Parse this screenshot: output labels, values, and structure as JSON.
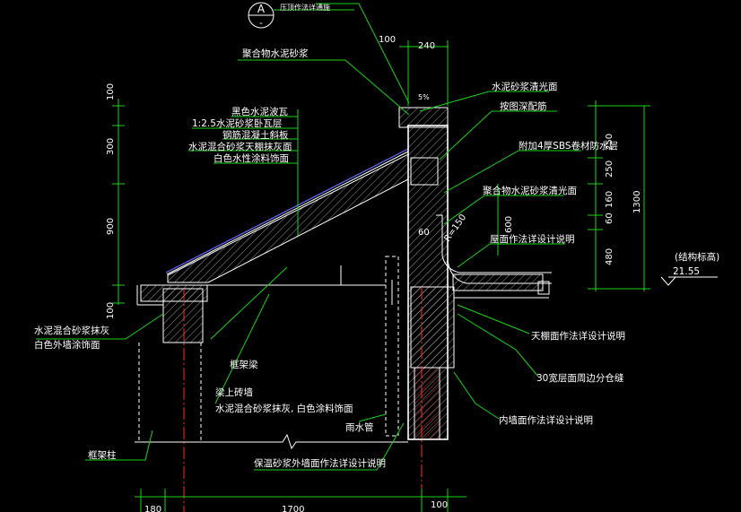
{
  "section_marker": {
    "letter": "A",
    "sub": "-",
    "note": "压顶作法详通施"
  },
  "labels": {
    "polymer_mortar_top": "聚合物水泥砂浆",
    "black_cement_tile": "黑色水泥波瓦",
    "mortar_layer": "1:2.5水泥砂浆卧瓦层",
    "concrete_slab": "钢筋混凝土斜板",
    "mixed_mortar": "水泥混合砂浆天棚抹灰面",
    "white_paint": "白色水性涂料饰面",
    "cement_polish": "水泥砂浆清光面",
    "reinforcement": "按图深配筋",
    "sbs_layer": "附加4厚SBS卷材防水层",
    "polymer_polish": "聚合物水泥砂浆清光面",
    "roof_method": "屋面作法详设计说明",
    "struct_elev_label": "(结构标高)",
    "struct_elev_value": "21.55",
    "left_plaster": "水泥混合砂浆抹灰",
    "left_white_paint": "白色外墙涂饰面",
    "frame_beam": "框架梁",
    "beam_brick": "梁上砖墙",
    "beam_brick_plaster": "水泥混合砂浆抹灰, 白色涂料饰面",
    "downpipe": "雨水管",
    "ceiling_method": "天棚面作法详设计说明",
    "gap_30": "30宽层面周边分仓缝",
    "inner_wall": "内墙面作法详设计说明",
    "frame_column": "框架柱",
    "ext_wall": "保温砂浆外墙面作法详设计说明",
    "slope": "5%",
    "r150": "R=150",
    "dim_60_inner": "60",
    "dim_600": "600"
  },
  "dims": {
    "top_100": "100",
    "top_240": "240",
    "left_100_top": "100",
    "left_300": "300",
    "left_900": "900",
    "left_100_bottom": "100",
    "right_250_a": "250",
    "right_250_b": "250",
    "right_160": "160",
    "right_60": "60",
    "right_480": "480",
    "right_1300": "1300",
    "bottom_180": "180",
    "bottom_1700": "1700",
    "bottom_100": "100"
  }
}
